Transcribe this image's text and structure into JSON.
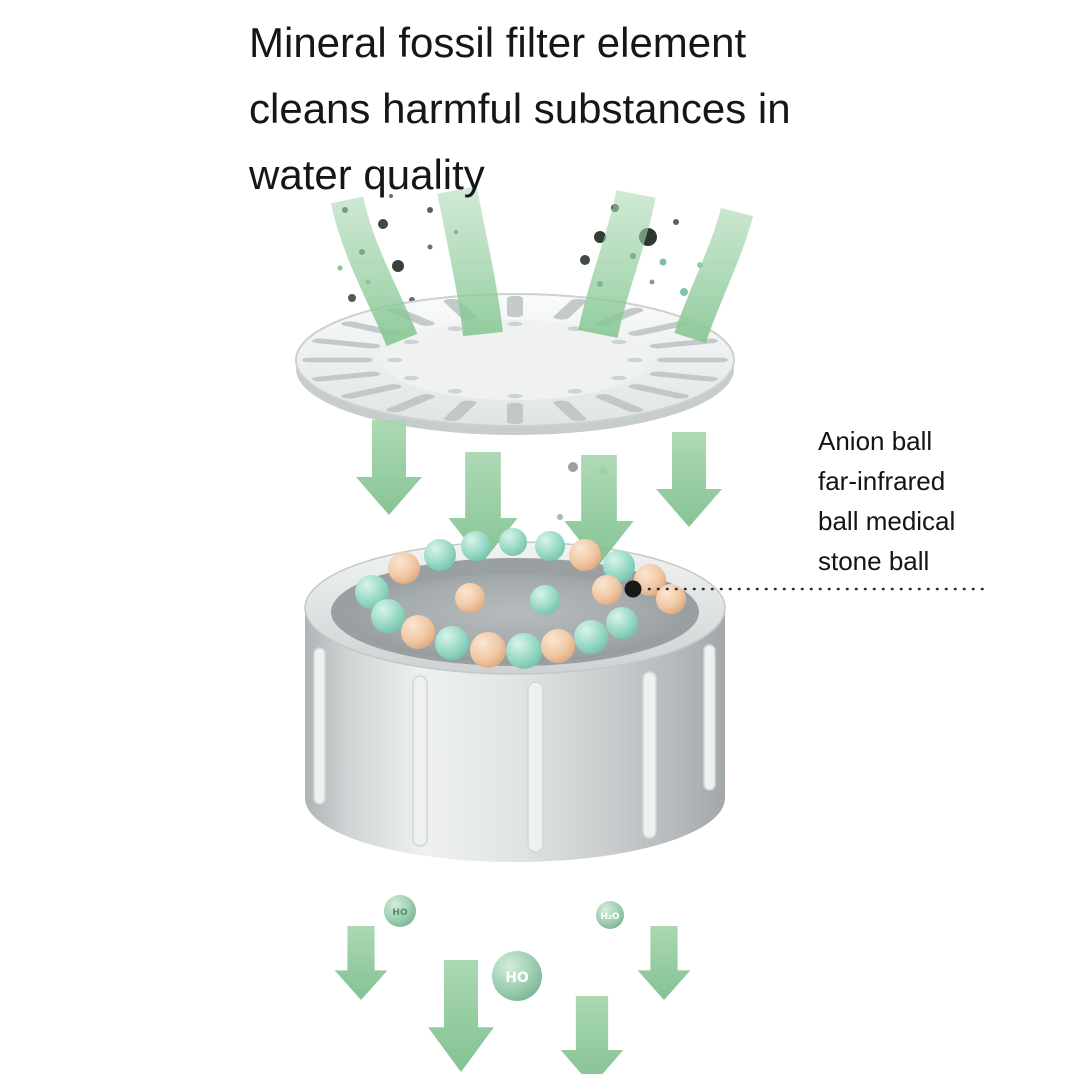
{
  "title": {
    "lines": [
      "Mineral fossil filter element",
      "cleans harmful substances in",
      "water quality"
    ]
  },
  "annotation": {
    "lines": [
      "Anion ball",
      "far-infrared",
      "ball medical",
      "stone ball"
    ]
  },
  "water_balls": [
    {
      "label": "HO"
    },
    {
      "label": "H₂O"
    },
    {
      "label": "HO"
    }
  ],
  "colors": {
    "arrow_green": "#8bc795",
    "teal_ball": "#8fd4c0",
    "peach_ball": "#eec3a0",
    "water_ball_green": "#93cca6",
    "text": "#161616",
    "metal_light": "#eff1f1",
    "metal_dark": "#a2a7a9"
  }
}
